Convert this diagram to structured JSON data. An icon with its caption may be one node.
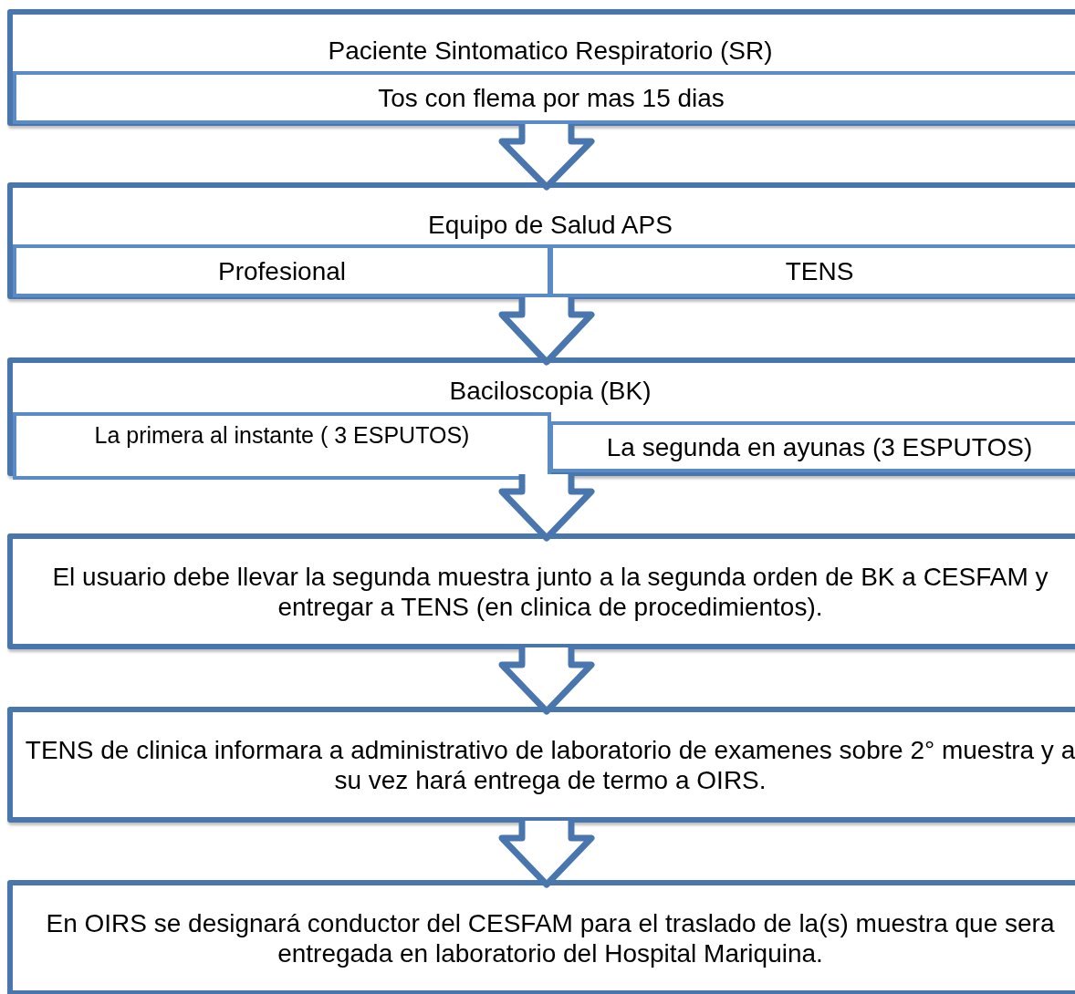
{
  "diagram": {
    "nodes": [
      {
        "text": [
          "Paciente Sintomatico Respiratorio (SR)"
        ]
      },
      {
        "text": [
          "Tos con flema por mas 15 dias"
        ],
        "in": 0
      },
      {
        "text": [
          "Equipo de Salud  APS"
        ]
      },
      {
        "text": [
          "Profesional"
        ],
        "in": 2
      },
      {
        "text": [
          "TENS"
        ],
        "in": 2
      },
      {
        "text": [
          "Baciloscopia (BK)"
        ]
      },
      {
        "text": [
          "La primera al instante ( 3 ESPUTOS)"
        ],
        "in": 5
      },
      {
        "text": [
          "La segunda en ayunas (3 ESPUTOS)"
        ],
        "in": 5
      },
      {
        "text": [
          "El usuario debe llevar la segunda muestra  junto a la segunda orden de BK a CESFAM y entregar a TENS (en clinica de procedimientos)."
        ]
      },
      {
        "text": [
          "TENS de clinica informara a administrativo de laboratorio de examenes sobre 2° muestra y a su vez hará entrega de termo a OIRS."
        ]
      },
      {
        "text": [
          "En OIRS se designará conductor del CESFAM para el traslado de la(s) muestra que sera entregada en laboratorio del Hospital Mariquina."
        ]
      }
    ],
    "edges": [
      {
        "from": 0,
        "to": 2,
        "arrow": "to"
      },
      {
        "from": 2,
        "to": 5,
        "arrow": "to"
      },
      {
        "from": 5,
        "to": 8,
        "arrow": "to"
      },
      {
        "from": 8,
        "to": 9,
        "arrow": "to"
      },
      {
        "from": 9,
        "to": 10,
        "arrow": "to"
      }
    ]
  }
}
